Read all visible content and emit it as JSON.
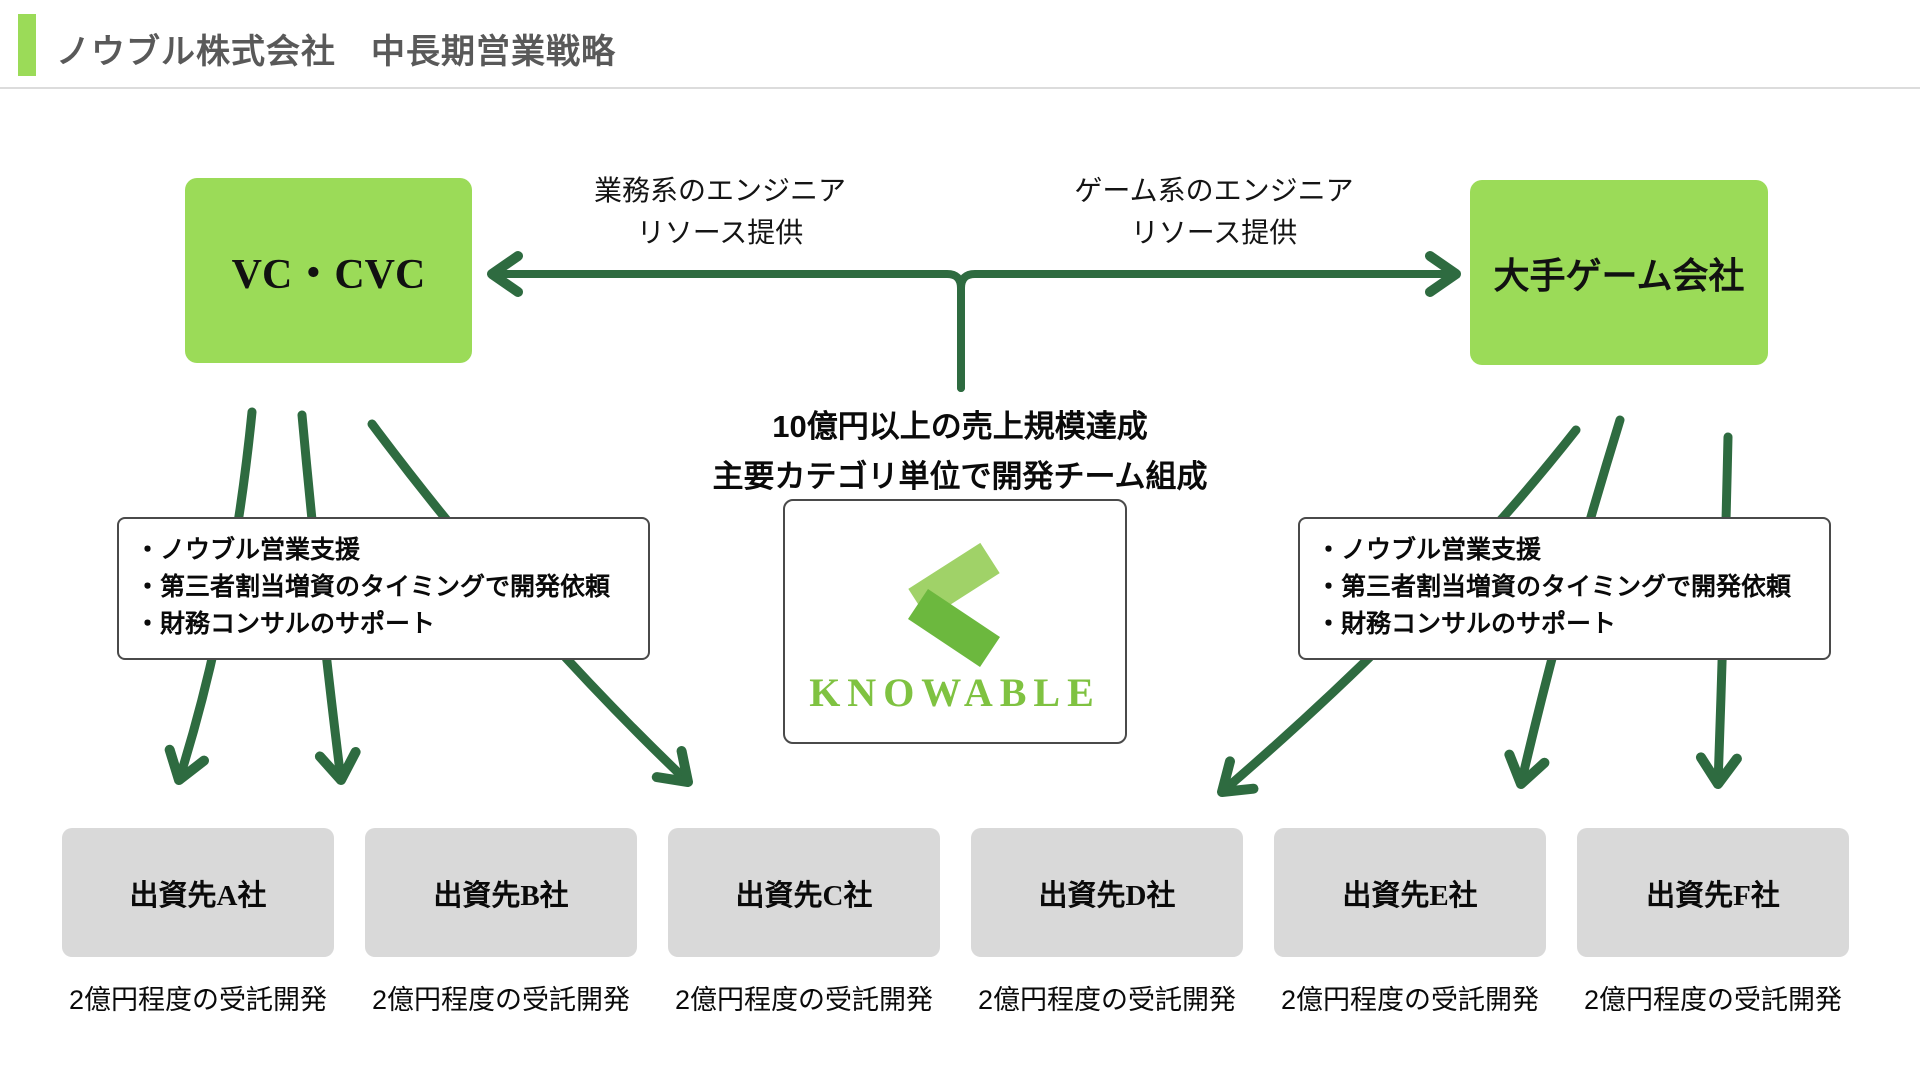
{
  "slide": {
    "title": "ノウブル株式会社　中長期営業戦略"
  },
  "actors": {
    "left_partner": "VC・CVC",
    "right_partner": "大手ゲーム会社"
  },
  "resource_arrows": {
    "left_label": [
      "業務系のエンジニア",
      "リソース提供"
    ],
    "right_label": [
      "ゲーム系のエンジニア",
      "リソース提供"
    ]
  },
  "goal": {
    "line1": "10億円以上の売上規模達成",
    "line2": "主要カテゴリ単位で開発チーム組成"
  },
  "company": {
    "logo_text": "KNOWABLE"
  },
  "support_notes": [
    "・ノウブル営業支援",
    "・第三者割当増資のタイミングで開発依頼",
    "・財務コンサルのサポート"
  ],
  "investees": [
    {
      "name": "出資先A社",
      "caption": "2億円程度の受託開発"
    },
    {
      "name": "出資先B社",
      "caption": "2億円程度の受託開発"
    },
    {
      "name": "出資先C社",
      "caption": "2億円程度の受託開発"
    },
    {
      "name": "出資先D社",
      "caption": "2億円程度の受託開発"
    },
    {
      "name": "出資先E社",
      "caption": "2億円程度の受託開発"
    },
    {
      "name": "出資先F社",
      "caption": "2億円程度の受託開発"
    }
  ],
  "colors": {
    "accent_green": "#9BDB58",
    "arrow_green": "#2E6B40",
    "box_gray": "#D9D9D9",
    "title_gray": "#595959",
    "logo_green": "#7FC241",
    "logo_chevron_light": "#A0D268",
    "logo_chevron_dark": "#6CB83E"
  }
}
